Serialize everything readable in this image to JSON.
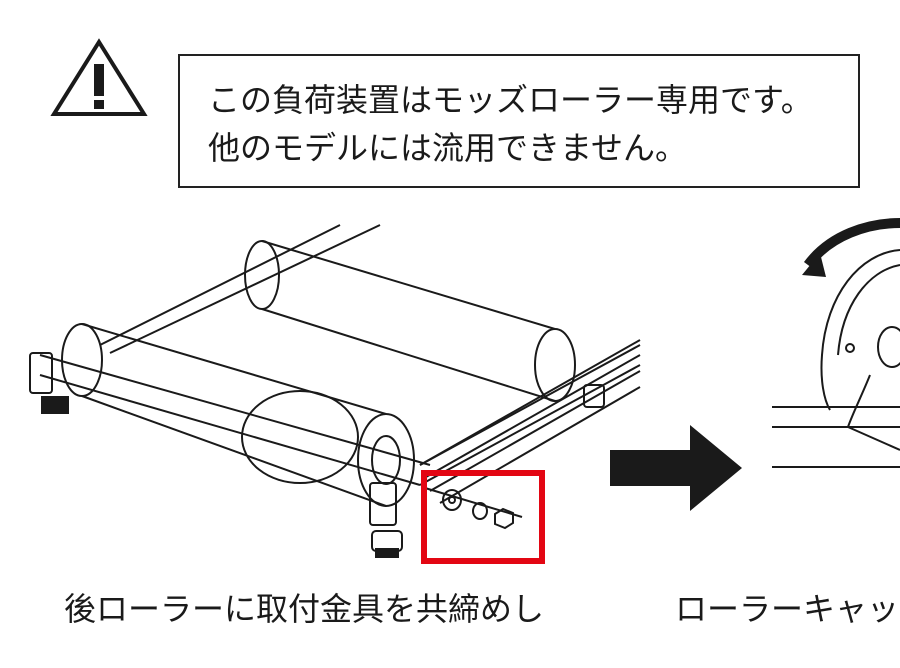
{
  "notice": {
    "line1": "この負荷装置はモッズローラー専用です。",
    "line2": "他のモデルには流用できません。",
    "icon": "warning-triangle-icon"
  },
  "steps": [
    {
      "caption": "後ローラーに取付金具を共締めし"
    },
    {
      "caption": "ローラーキャッ"
    }
  ],
  "colors": {
    "line": "#1a1a1a",
    "highlight": "#e30613"
  }
}
